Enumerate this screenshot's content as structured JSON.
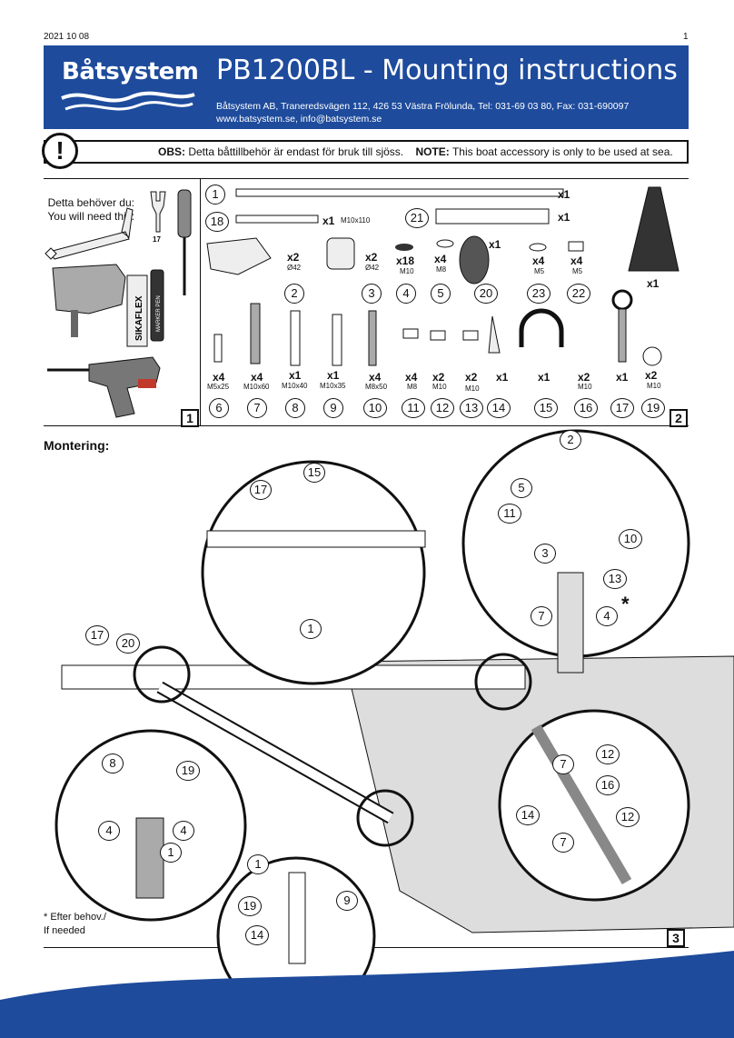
{
  "header": {
    "date": "2021 10 08",
    "page": "1"
  },
  "banner": {
    "logo": "Båtsystem",
    "title": "PB1200BL - Mounting instructions",
    "address": "Båtsystem AB, Traneredsvägen 112, 426 53 Västra Frölunda, Tel: 031-69 03 80, Fax: 031-690097",
    "web": "www.batsystem.se, info@batsystem.se"
  },
  "notice": {
    "obs_label": "OBS:",
    "obs_text": "Detta båttillbehör är endast för bruk till sjöss.",
    "note_label": "NOTE:",
    "note_text": "This boat accessory is only to be used at sea.",
    "icon": "exclamation-icon"
  },
  "tools": {
    "need_sv": "Detta behöver du:",
    "need_en": "You will need this:",
    "wrench_size": "17",
    "sealant_label": "SIKAFLEX",
    "marker_label": "MARKER PEN"
  },
  "sections": {
    "box1": "1",
    "box2": "2",
    "box3": "3",
    "mounting": "Montering:"
  },
  "parts": {
    "p1": {
      "num": "1",
      "qty": "x1"
    },
    "p18": {
      "num": "18",
      "qty": "x1",
      "size": "M10x110"
    },
    "p21": {
      "num": "21",
      "qty": "x1"
    },
    "p20": {
      "num": "20",
      "qty": "x1"
    },
    "p_frame": {
      "qty": "x1"
    },
    "p2": {
      "num": "2",
      "qty": "x2",
      "size": "Ø42"
    },
    "p3": {
      "num": "3",
      "qty": "x2",
      "size": "Ø42"
    },
    "p4": {
      "num": "4",
      "qty": "x18",
      "size": "M10"
    },
    "p5": {
      "num": "5",
      "qty": "x4",
      "size": "M8"
    },
    "p23": {
      "num": "23",
      "qty": "x4",
      "size": "M5"
    },
    "p22": {
      "num": "22",
      "qty": "x4",
      "size": "M5"
    },
    "p6": {
      "num": "6",
      "qty": "x4",
      "size": "M5x25"
    },
    "p7": {
      "num": "7",
      "qty": "x4",
      "size": "M10x60"
    },
    "p8": {
      "num": "8",
      "qty": "x1",
      "size": "M10x40"
    },
    "p9": {
      "num": "9",
      "qty": "x1",
      "size": "M10x35"
    },
    "p10": {
      "num": "10",
      "qty": "x4",
      "size": "M8x50"
    },
    "p11": {
      "num": "11",
      "qty": "x4",
      "size": "M8"
    },
    "p12": {
      "num": "12",
      "qty": "x2",
      "size": "M10"
    },
    "p13": {
      "num": "13",
      "qty": "x2",
      "size": "M10"
    },
    "p14": {
      "num": "14",
      "qty": "x1"
    },
    "p15": {
      "num": "15",
      "qty": "x1"
    },
    "p16": {
      "num": "16",
      "qty": "x2",
      "size": "M10"
    },
    "p17": {
      "num": "17",
      "qty": "x1"
    },
    "p19": {
      "num": "19",
      "qty": "x2",
      "size": "M10"
    }
  },
  "footnote": {
    "sv": "* Efter behov./",
    "en": "If needed",
    "star": "*"
  }
}
